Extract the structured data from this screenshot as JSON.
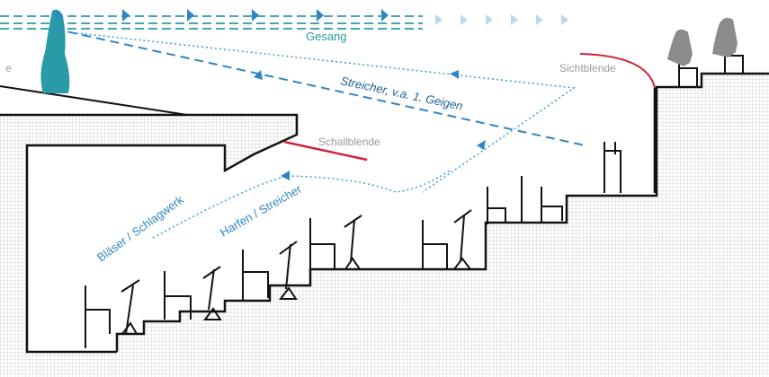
{
  "labels": {
    "gesang": "Gesang",
    "streicher_geigen": "Streicher, v.a. 1. Geigen",
    "schallblende": "Schallblende",
    "sichtblende": "Sichtblende",
    "blaeser_schlagwerk": "Bläser / Schlagwerk",
    "harfen_streicher": "Harfen / Streicher",
    "cut_letter": "e"
  },
  "colors": {
    "wall": "#111111",
    "grid": "#c9c9c9",
    "teal": "#2a9aa6",
    "blue_dashed": "#2f86c4",
    "blue_dotted": "#3a9bd5",
    "red": "#d0243b",
    "silhouette": "#8c8c8c",
    "label_grey": "#9a9a9a"
  },
  "icons": {
    "arrow": "triangle-arrow-icon",
    "figure": "audience-silhouette-icon",
    "chair": "chair-icon",
    "music_stand": "music-stand-icon"
  }
}
